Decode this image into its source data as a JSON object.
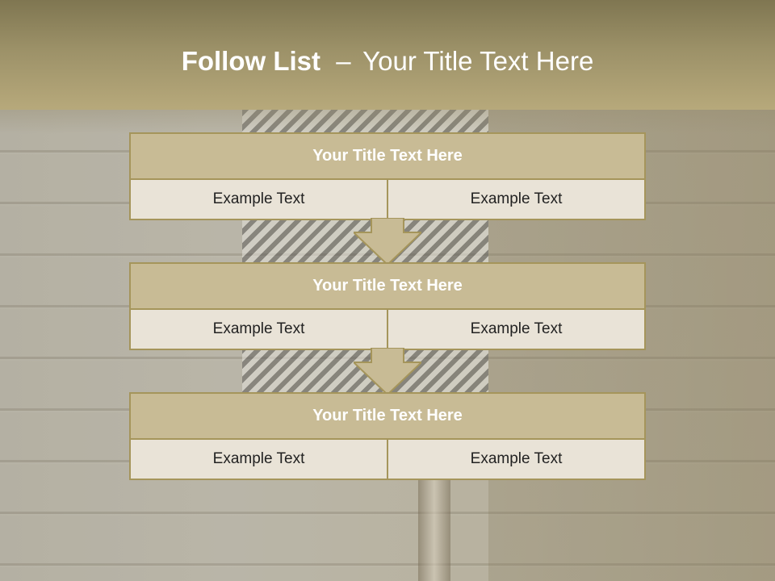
{
  "title": {
    "bold": "Follow List",
    "separator": "–",
    "rest": "Your Title Text Here"
  },
  "steps": [
    {
      "title": "Your Title Text Here",
      "left": "Example Text",
      "right": "Example Text"
    },
    {
      "title": "Your Title Text Here",
      "left": "Example Text",
      "right": "Example Text"
    },
    {
      "title": "Your Title Text Here",
      "left": "Example Text",
      "right": "Example Text"
    }
  ],
  "colors": {
    "accent": "#a5955b",
    "box_title_fill": "#c8bb95",
    "cell_fill": "#e9e3d7",
    "header": "#9c9168"
  },
  "icons": [
    "down-arrow-icon",
    "down-arrow-icon"
  ]
}
